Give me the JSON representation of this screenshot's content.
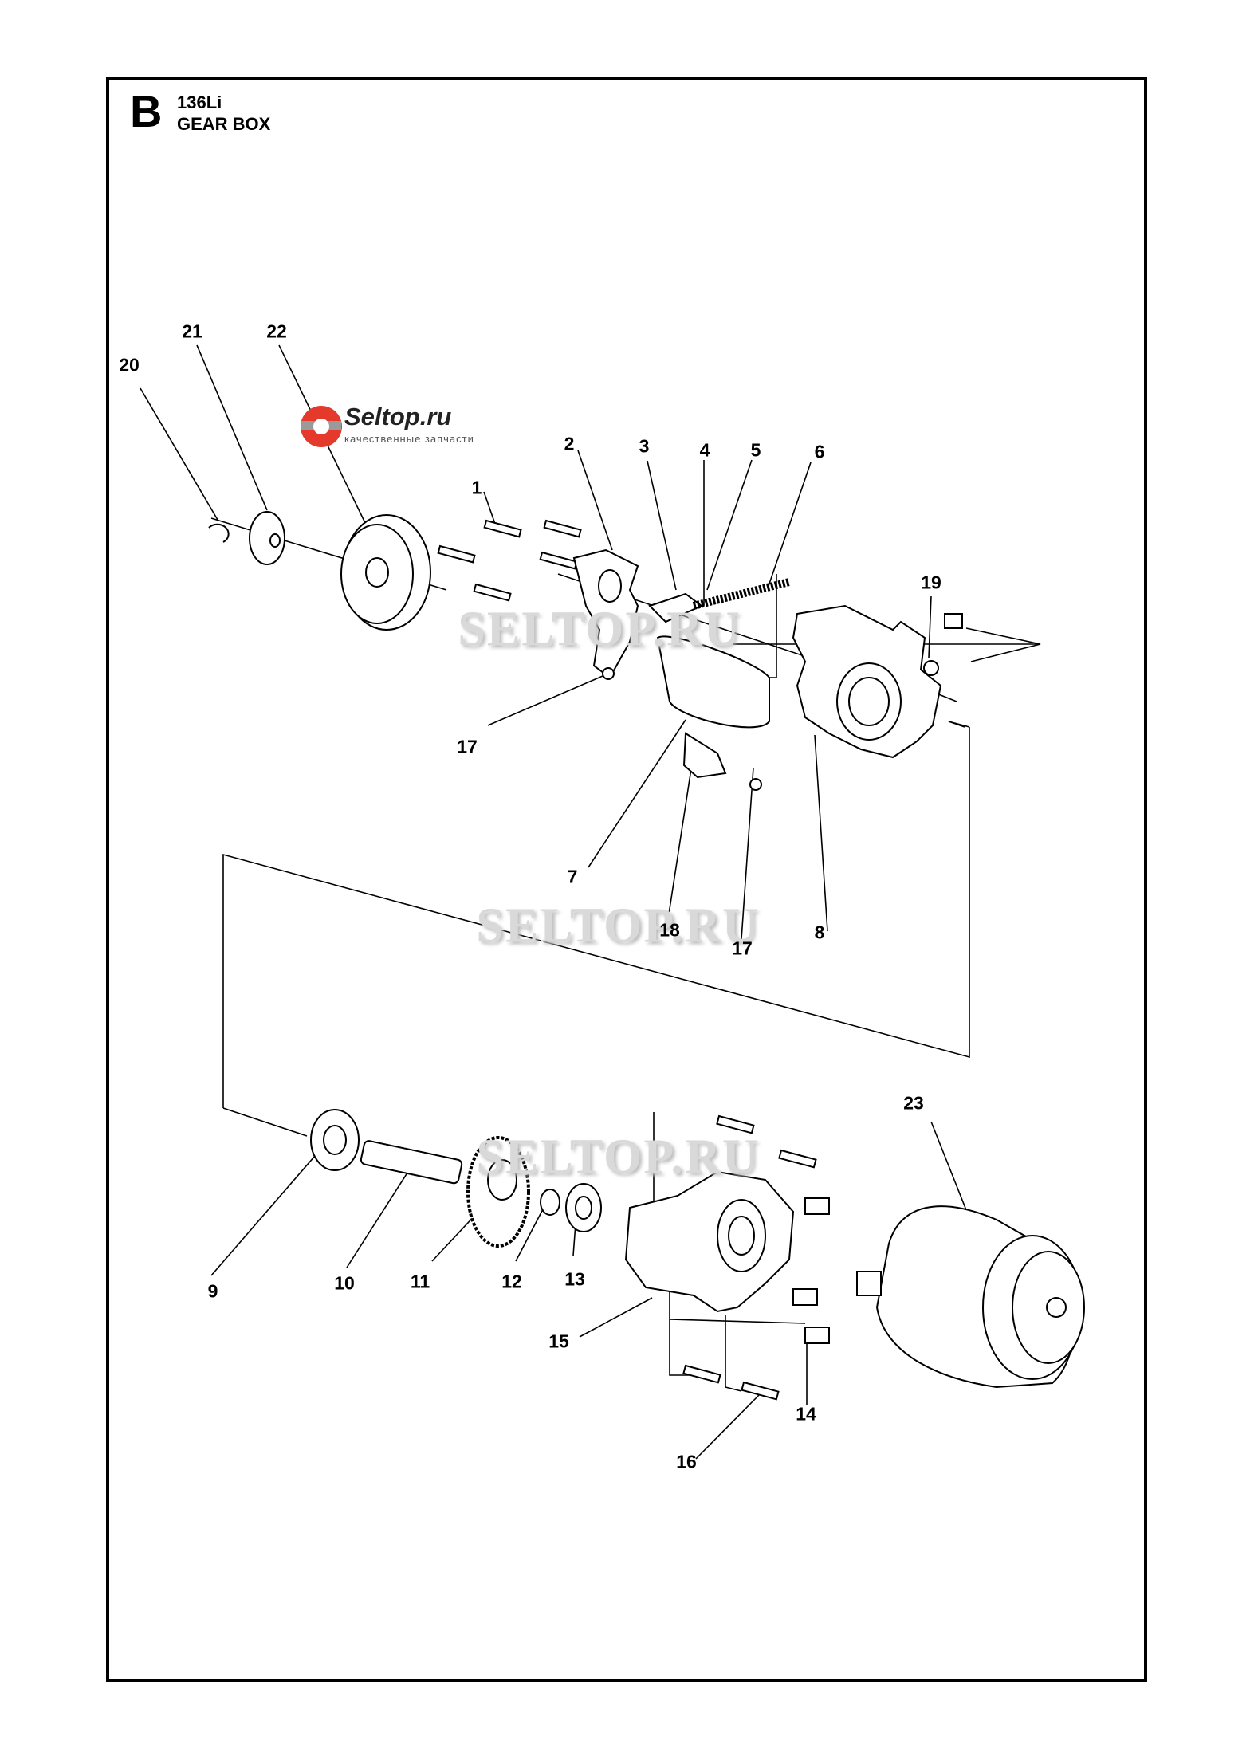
{
  "header": {
    "section": "B",
    "model": "136Li",
    "title": "GEAR BOX"
  },
  "watermark": {
    "brand": "Seltop.ru",
    "tagline": "качественные запчасти",
    "overlay": "SELTOP.RU"
  },
  "parts": [
    "1",
    "2",
    "3",
    "4",
    "5",
    "6",
    "7",
    "8",
    "9",
    "10",
    "11",
    "12",
    "13",
    "14",
    "15",
    "16",
    "17",
    "17",
    "18",
    "19",
    "20",
    "21",
    "22",
    "23"
  ],
  "colors": {
    "line": "#000000",
    "logo_red": "#e53a2b",
    "watermark": "#d9d9d9"
  }
}
